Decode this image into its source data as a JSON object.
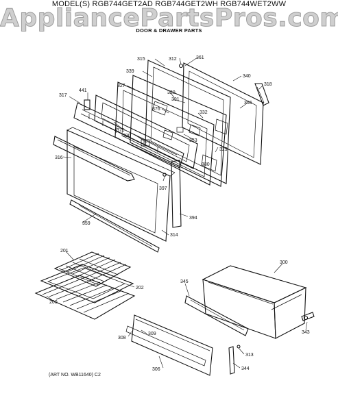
{
  "header": {
    "models": "MODEL(S) RGB744GET2AD  RGB744GET2WH  RGB744WET2WW",
    "watermark": "AppliancePartsPros.com",
    "section_title": "DOOR & DRAWER PARTS"
  },
  "footer": {
    "art_number": "(ART NO. WB11640) C2"
  },
  "callouts": {
    "p200": "200",
    "p201": "201",
    "p202": "202",
    "p300": "300",
    "p306": "306",
    "p308": "308",
    "p309": "309",
    "p312": "312",
    "p313": "313",
    "p314": "314",
    "p315": "315",
    "p316": "316",
    "p317": "317",
    "p318": "318",
    "p320": "320",
    "p327": "327",
    "p329": "329",
    "p330": "330",
    "p332": "332",
    "p339": "339",
    "p340": "340",
    "p343": "343",
    "p344": "344",
    "p345": "345",
    "p353": "353",
    "p359": "359",
    "p361": "361",
    "p366": "366",
    "p375": "375",
    "p376": "376",
    "p390": "390",
    "p391": "391",
    "p394": "394",
    "p397": "397",
    "p441": "441"
  }
}
